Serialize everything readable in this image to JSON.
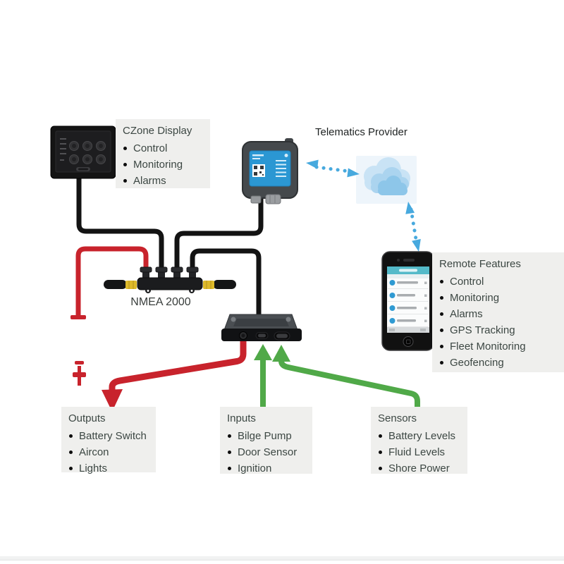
{
  "colors": {
    "red": "#c8232c",
    "green": "#50a948",
    "blue": "#47a9de",
    "cable": "#131313",
    "boxbg": "#efefed",
    "text": "#3c4743",
    "label": "#1e2222"
  },
  "labels": {
    "telematics_provider": "Telematics Provider",
    "nmea": "NMEA 2000"
  },
  "boxes": {
    "czone_display": {
      "title": "CZone Display",
      "items": [
        "Control",
        "Monitoring",
        "Alarms"
      ]
    },
    "remote_features": {
      "title": "Remote Features",
      "items": [
        "Control",
        "Monitoring",
        "Alarms",
        "GPS Tracking",
        "Fleet Monitoring",
        "Geofencing"
      ]
    },
    "outputs": {
      "title": "Outputs",
      "items": [
        "Battery Switch",
        "Aircon",
        "Lights"
      ]
    },
    "inputs": {
      "title": "Inputs",
      "items": [
        "Bilge Pump",
        "Door Sensor",
        "Ignition"
      ]
    },
    "sensors": {
      "title": "Sensors",
      "items": [
        "Battery Levels",
        "Fluid Levels",
        "Shore Power"
      ]
    }
  }
}
